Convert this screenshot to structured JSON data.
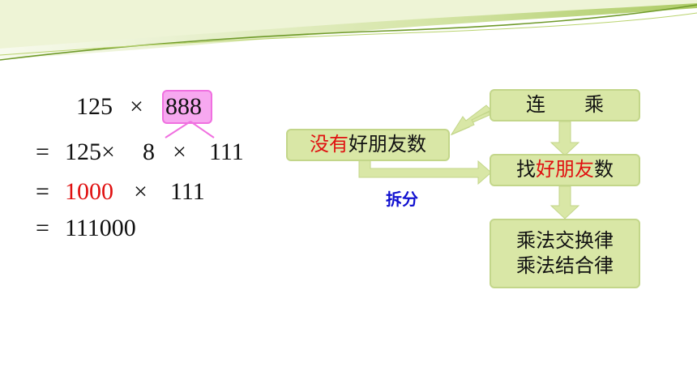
{
  "colors": {
    "accent_green": "#c6d98e",
    "box_fill": "#d9e7a6",
    "highlight_pink": "#f7a8f0",
    "red_text": "#e01010",
    "blue_text": "#1010d0"
  },
  "math": {
    "line1": {
      "a": "125",
      "op": "×",
      "b": "888"
    },
    "line2": {
      "eq": "=",
      "a": "125×",
      "b": "8",
      "op": "×",
      "c": "111"
    },
    "line3": {
      "eq": "=",
      "a": "1000",
      "op": "×",
      "b": "111"
    },
    "line4": {
      "eq": "=",
      "a": "111000"
    }
  },
  "flow": {
    "top_box": "连　　乘",
    "left_box": {
      "red": "没有",
      "black": "好朋友数"
    },
    "mid_box": {
      "prefix": "找",
      "red": "好朋友",
      "suffix": "数"
    },
    "bottom_box": {
      "line1": "乘法交换律",
      "line2": "乘法结合律"
    },
    "split_label": "拆分"
  }
}
